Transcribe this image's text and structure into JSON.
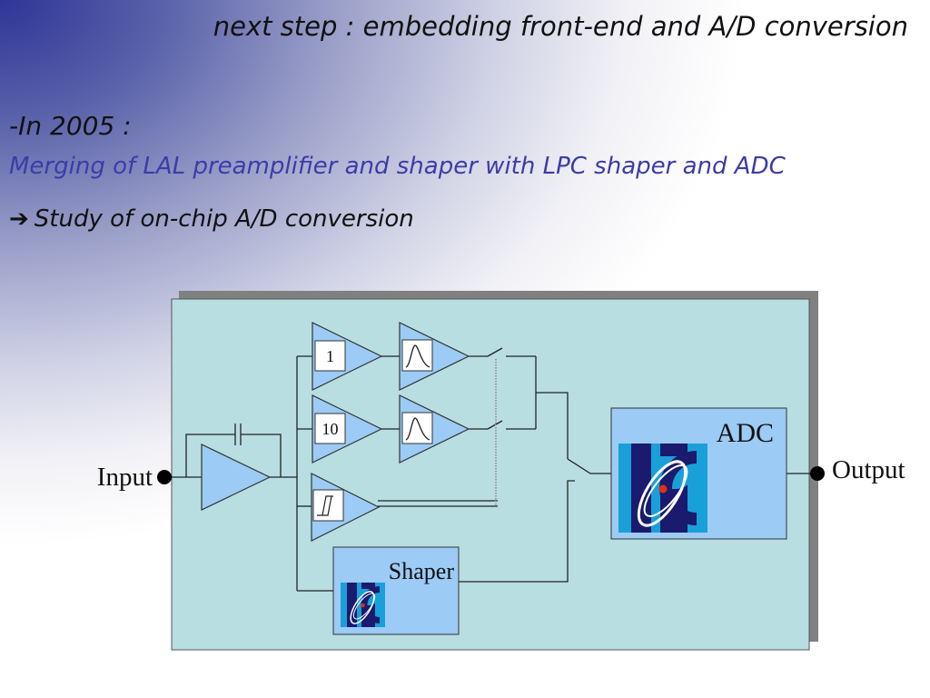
{
  "slide": {
    "title": "next step : embedding front-end and A/D conversion",
    "year_line": "-In 2005 :",
    "merge_line": "Merging of LAL preamplifier and shaper with LPC shaper and ADC",
    "arrow_glyph": "➔",
    "study_line": "Study of on-chip A/D conversion"
  },
  "diagram": {
    "input_label": "Input",
    "output_label": "Output",
    "gain_1": "1",
    "gain_10": "10",
    "adc_label": "ADC",
    "shaper_label": "Shaper",
    "colors": {
      "board": "#b8dee2",
      "block": "#9ccbf5",
      "shadow": "#808080",
      "logo_dark": "#1a1a6e",
      "logo_cyan": "#1aa0d8",
      "logo_dot": "#e03010"
    }
  }
}
